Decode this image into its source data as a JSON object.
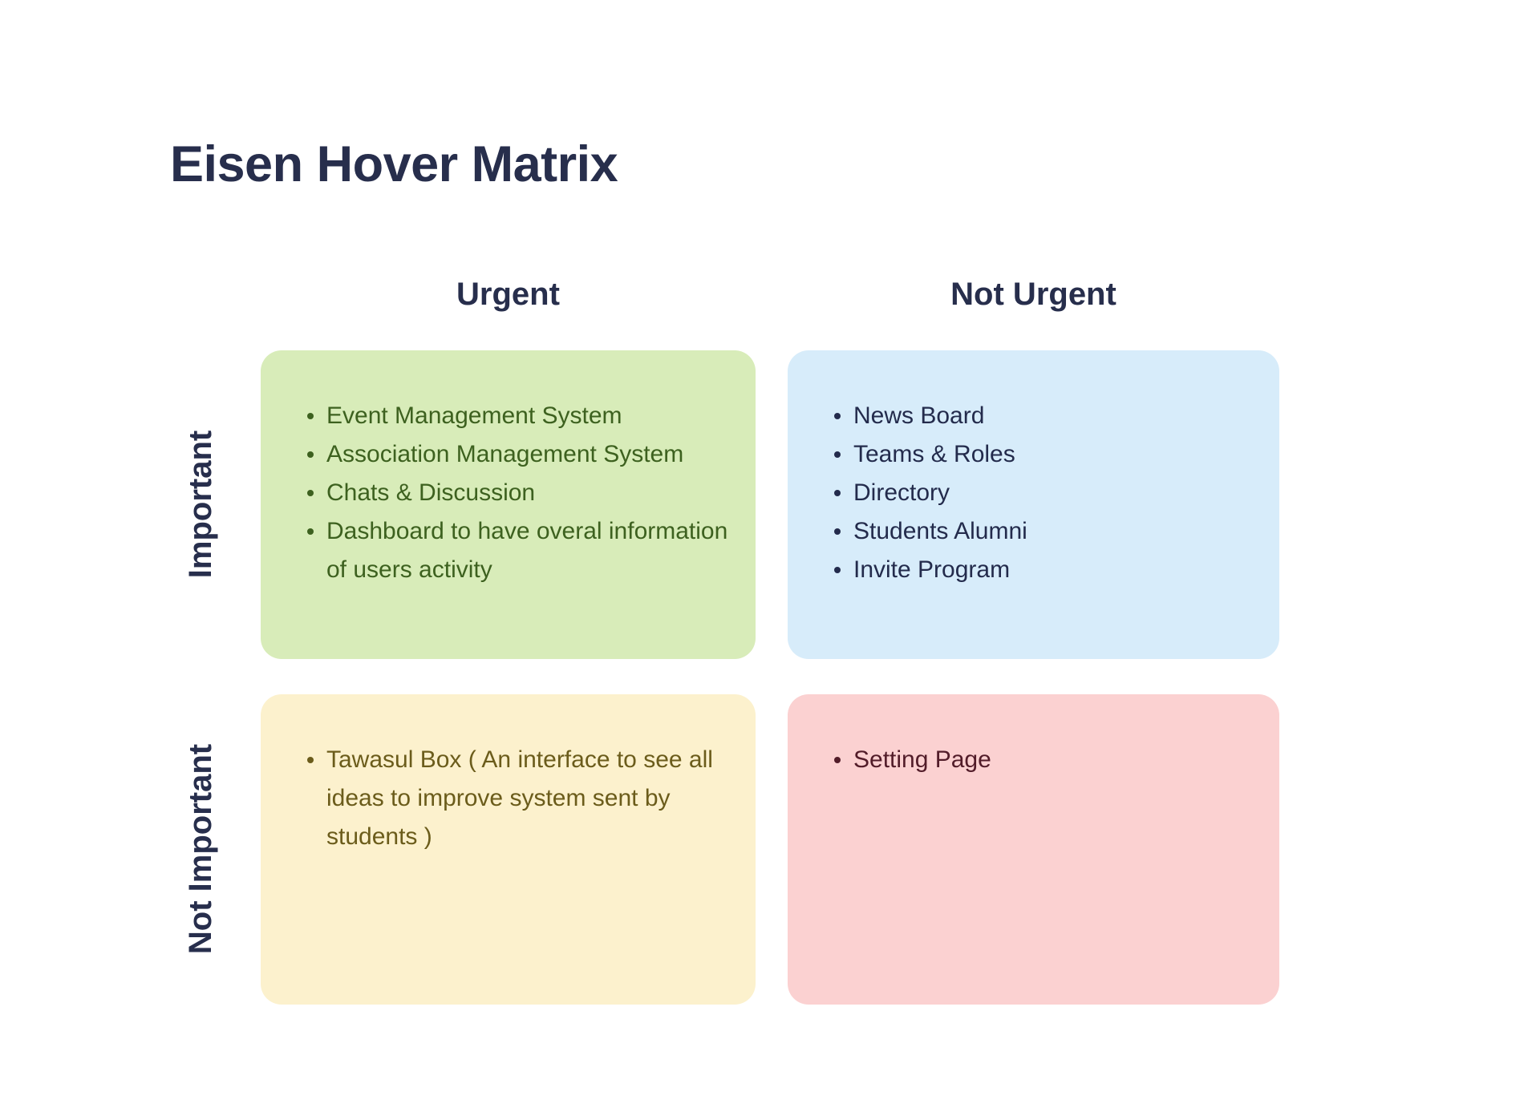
{
  "page": {
    "title": "Eisen Hover Matrix",
    "background_color": "#ffffff",
    "heading_color": "#272e4c"
  },
  "matrix": {
    "column_headers": [
      {
        "label": "Urgent"
      },
      {
        "label": "Not Urgent"
      }
    ],
    "row_headers": [
      {
        "label": "Important"
      },
      {
        "label": "Not Important"
      }
    ],
    "quadrants": {
      "urgent_important": {
        "bg": "#d8ecb9",
        "text_color": "#3d611f",
        "items": [
          "Event Management System",
          "Association Management System",
          "Chats & Discussion",
          "Dashboard to have overal information of users activity"
        ]
      },
      "not_urgent_important": {
        "bg": "#d7ecfa",
        "text_color": "#232b4c",
        "items": [
          "News Board",
          "Teams & Roles",
          "Directory",
          "Students Alumni",
          "Invite Program"
        ]
      },
      "urgent_not_important": {
        "bg": "#fcf1cd",
        "text_color": "#6b5c1b",
        "items": [
          "Tawasul Box ( An interface to see all ideas to improve system sent by students )"
        ]
      },
      "not_urgent_not_important": {
        "bg": "#fbd1d1",
        "text_color": "#521c29",
        "items": [
          "Setting Page"
        ]
      }
    }
  }
}
